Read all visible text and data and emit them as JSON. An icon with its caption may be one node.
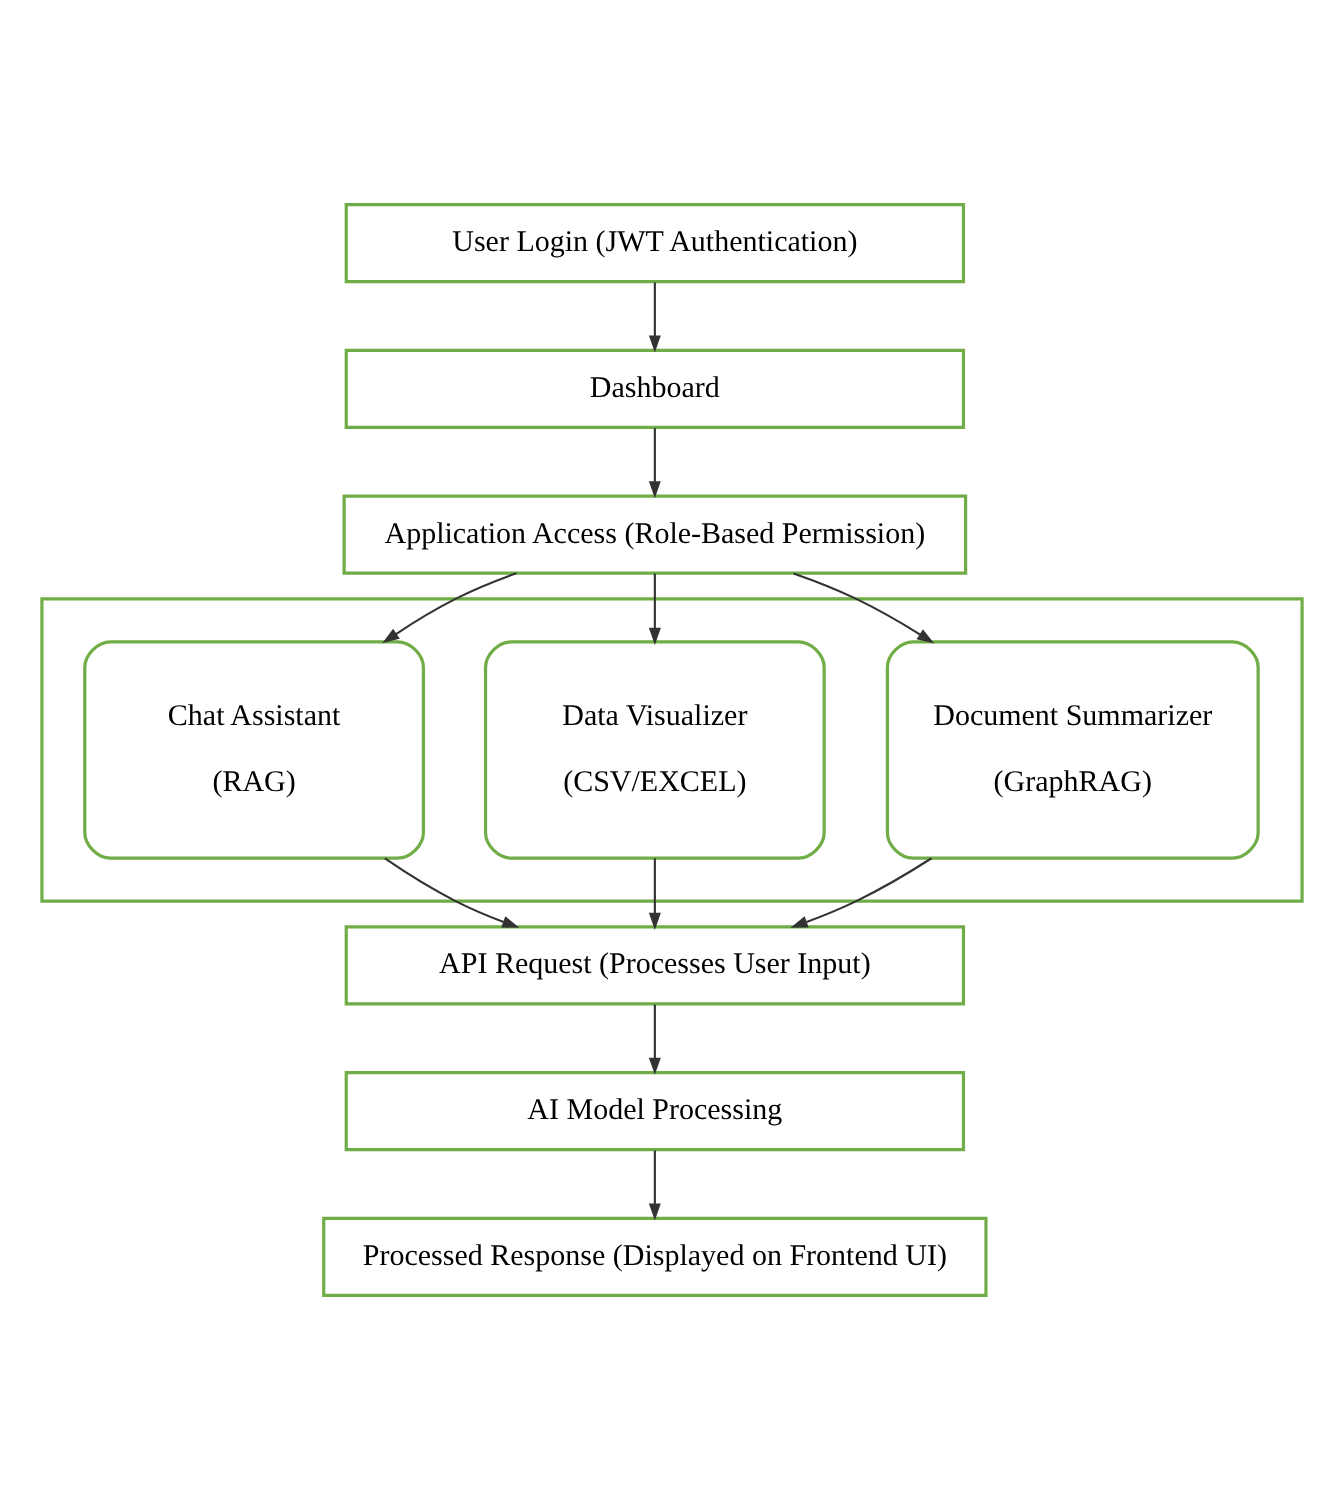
{
  "diagram": {
    "nodes": [
      {
        "text": [
          "User Login (JWT Authentication)"
        ]
      },
      {
        "text": [
          "Dashboard"
        ]
      },
      {
        "text": [
          "Application Access (Role-Based Permission)"
        ]
      },
      {
        "text": [],
        "shape": "box"
      },
      {
        "text": [
          "Chat Assistant",
          "(RAG)"
        ],
        "in": 3
      },
      {
        "text": [
          "Data Visualizer",
          "(CSV/EXCEL)"
        ],
        "in": 3
      },
      {
        "text": [
          "Document Summarizer",
          "(GraphRAG)"
        ],
        "in": 3
      },
      {
        "text": [
          "API Request (Processes User Input)"
        ]
      },
      {
        "text": [
          "AI Model Processing"
        ]
      },
      {
        "text": [
          "Processed Response (Displayed on Frontend UI)"
        ]
      }
    ],
    "edges": [
      {
        "from": 0,
        "to": 1,
        "arrow": "to"
      },
      {
        "from": 1,
        "to": 2,
        "arrow": "to"
      },
      {
        "from": 2,
        "to": 4,
        "arrow": "to"
      },
      {
        "from": 2,
        "to": 5,
        "arrow": "to"
      },
      {
        "from": 2,
        "to": 6,
        "arrow": "to"
      },
      {
        "from": 4,
        "to": 7,
        "arrow": "to"
      },
      {
        "from": 5,
        "to": 7,
        "arrow": "to"
      },
      {
        "from": 6,
        "to": 7,
        "arrow": "to"
      },
      {
        "from": 7,
        "to": 8,
        "arrow": "to"
      },
      {
        "from": 8,
        "to": 9,
        "arrow": "to"
      }
    ]
  }
}
